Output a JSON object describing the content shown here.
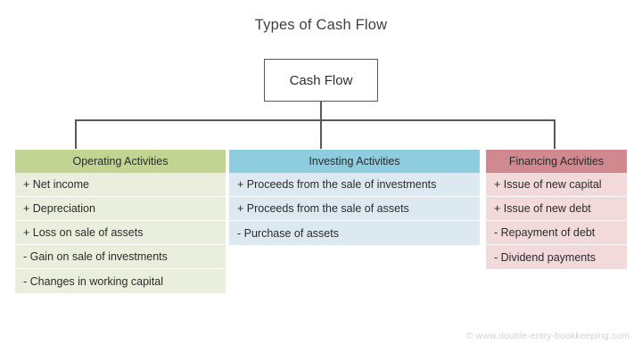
{
  "diagram": {
    "title": "Types of Cash Flow",
    "root": {
      "label": "Cash Flow"
    },
    "columns": [
      {
        "key": "operating",
        "header": "Operating Activities",
        "header_color": "#c2d492",
        "body_color": "#eaeedc",
        "items": [
          "+ Net income",
          "+ Depreciation",
          "+ Loss on sale of assets",
          "- Gain on sale of investments",
          "- Changes in working capital"
        ]
      },
      {
        "key": "investing",
        "header": "Investing Activities",
        "header_color": "#8dcddf",
        "body_color": "#dce9f1",
        "items": [
          "+ Proceeds from the sale of investments",
          "+ Proceeds from the sale of assets",
          "- Purchase of assets"
        ]
      },
      {
        "key": "financing",
        "header": "Financing Activities",
        "header_color": "#d0898f",
        "body_color": "#f2d9da",
        "items": [
          "+ Issue of new capital",
          "+ Issue of new debt",
          "- Repayment of debt",
          "- Dividend payments"
        ]
      }
    ],
    "watermark": "© www.double-entry-bookkeeping.com"
  }
}
